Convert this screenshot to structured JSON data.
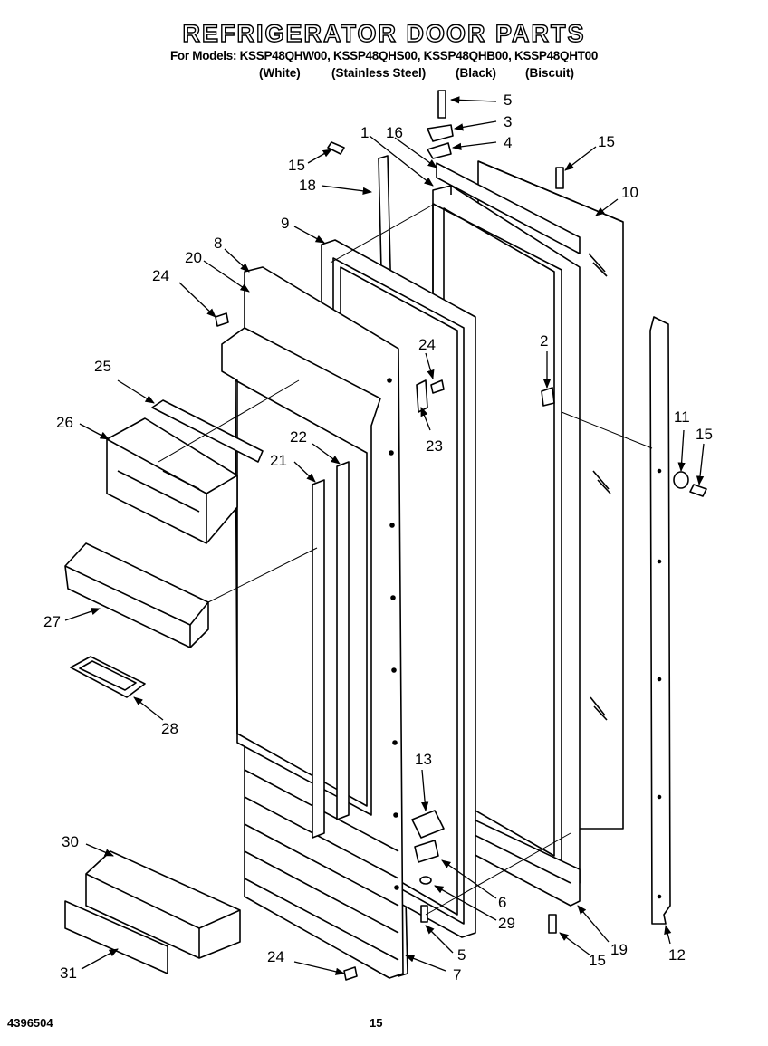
{
  "title": "REFRIGERATOR DOOR PARTS",
  "models_line": "For Models: KSSP48QHW00, KSSP48QHS00, KSSP48QHB00, KSSP48QHT00",
  "finishes": [
    "(White)",
    "(Stainless Steel)",
    "(Black)",
    "(Biscuit)"
  ],
  "footer": {
    "doc_number": "4396504",
    "page": "15"
  },
  "callouts": [
    {
      "id": "c1",
      "label": "1"
    },
    {
      "id": "c2",
      "label": "2"
    },
    {
      "id": "c3",
      "label": "3"
    },
    {
      "id": "c4",
      "label": "4"
    },
    {
      "id": "c5a",
      "label": "5"
    },
    {
      "id": "c5b",
      "label": "5"
    },
    {
      "id": "c6",
      "label": "6"
    },
    {
      "id": "c7",
      "label": "7"
    },
    {
      "id": "c8",
      "label": "8"
    },
    {
      "id": "c9",
      "label": "9"
    },
    {
      "id": "c10",
      "label": "10"
    },
    {
      "id": "c11",
      "label": "11"
    },
    {
      "id": "c12",
      "label": "12"
    },
    {
      "id": "c13",
      "label": "13"
    },
    {
      "id": "c15a",
      "label": "15"
    },
    {
      "id": "c15b",
      "label": "15"
    },
    {
      "id": "c15c",
      "label": "15"
    },
    {
      "id": "c15d",
      "label": "15"
    },
    {
      "id": "c16",
      "label": "16"
    },
    {
      "id": "c18",
      "label": "18"
    },
    {
      "id": "c19",
      "label": "19"
    },
    {
      "id": "c20",
      "label": "20"
    },
    {
      "id": "c21",
      "label": "21"
    },
    {
      "id": "c22",
      "label": "22"
    },
    {
      "id": "c23",
      "label": "23"
    },
    {
      "id": "c24a",
      "label": "24"
    },
    {
      "id": "c24b",
      "label": "24"
    },
    {
      "id": "c24c",
      "label": "24"
    },
    {
      "id": "c25",
      "label": "25"
    },
    {
      "id": "c26",
      "label": "26"
    },
    {
      "id": "c27",
      "label": "27"
    },
    {
      "id": "c28",
      "label": "28"
    },
    {
      "id": "c29",
      "label": "29"
    },
    {
      "id": "c30",
      "label": "30"
    },
    {
      "id": "c31",
      "label": "31"
    }
  ]
}
